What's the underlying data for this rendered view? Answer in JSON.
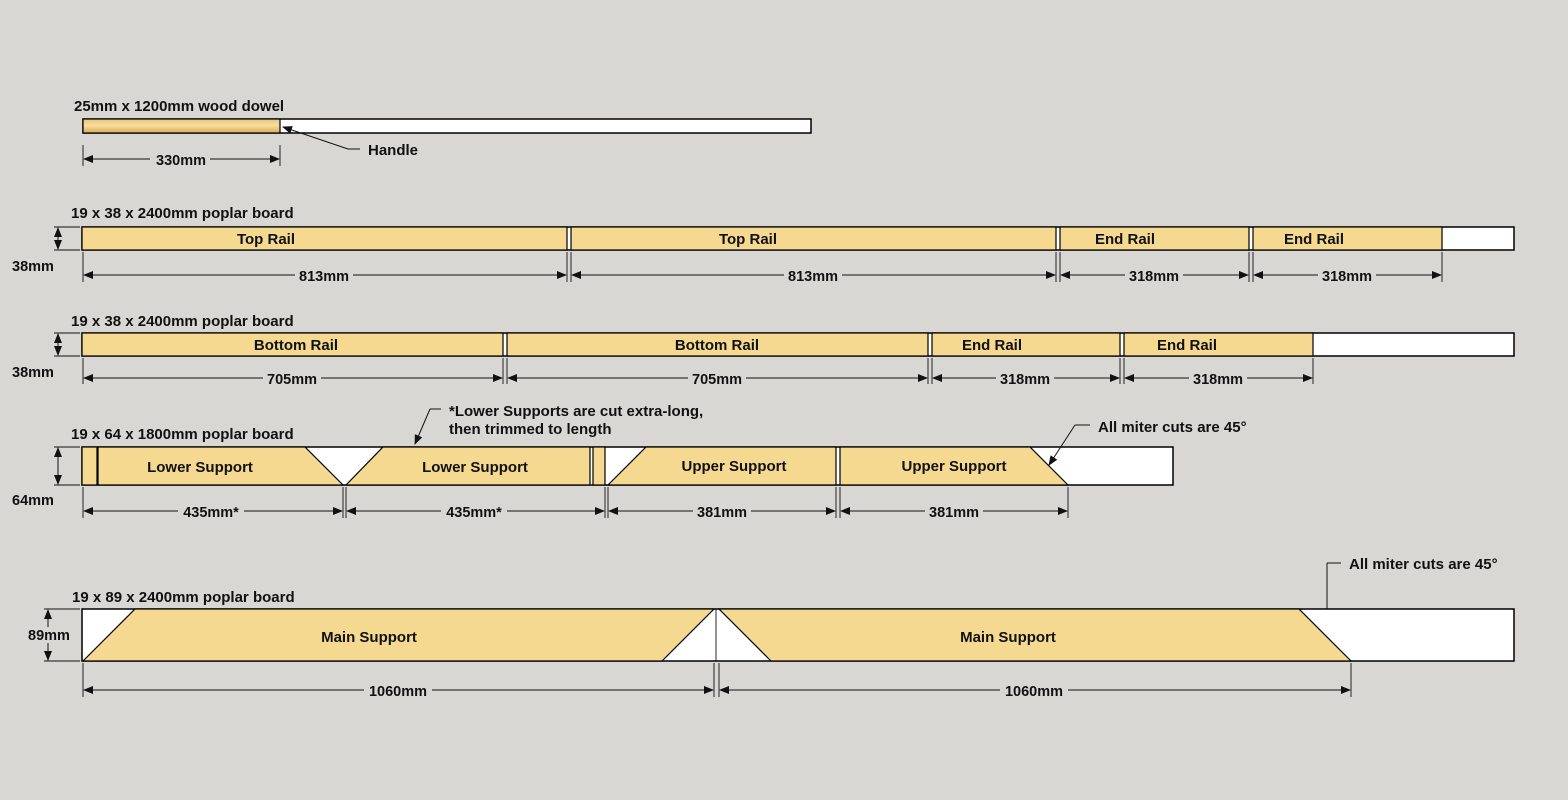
{
  "dowel": {
    "title": "25mm x 1200mm wood dowel",
    "handle_label": "Handle",
    "handle_dim": "330mm"
  },
  "board1": {
    "title": "19 x 38 x 2400mm poplar board",
    "width_dim": "38mm",
    "pieces": [
      "Top Rail",
      "Top Rail",
      "End Rail",
      "End Rail"
    ],
    "dims": [
      "813mm",
      "813mm",
      "318mm",
      "318mm"
    ]
  },
  "board2": {
    "title": "19 x 38 x 2400mm poplar board",
    "width_dim": "38mm",
    "pieces": [
      "Bottom Rail",
      "Bottom Rail",
      "End Rail",
      "End Rail"
    ],
    "dims": [
      "705mm",
      "705mm",
      "318mm",
      "318mm"
    ]
  },
  "board3": {
    "title": "19 x 64 x 1800mm poplar board",
    "width_dim": "64mm",
    "pieces": [
      "Lower Support",
      "Lower Support",
      "Upper Support",
      "Upper Support"
    ],
    "dims": [
      "435mm*",
      "435mm*",
      "381mm",
      "381mm"
    ],
    "note_line1": "*Lower Supports are cut extra-long,",
    "note_line2": "then trimmed to length",
    "miter_note": "All miter cuts are 45°"
  },
  "board4": {
    "title": "19 x 89 x 2400mm poplar board",
    "width_dim": "89mm",
    "pieces": [
      "Main Support",
      "Main Support"
    ],
    "dims": [
      "1060mm",
      "1060mm"
    ],
    "miter_note": "All miter cuts are 45°"
  }
}
